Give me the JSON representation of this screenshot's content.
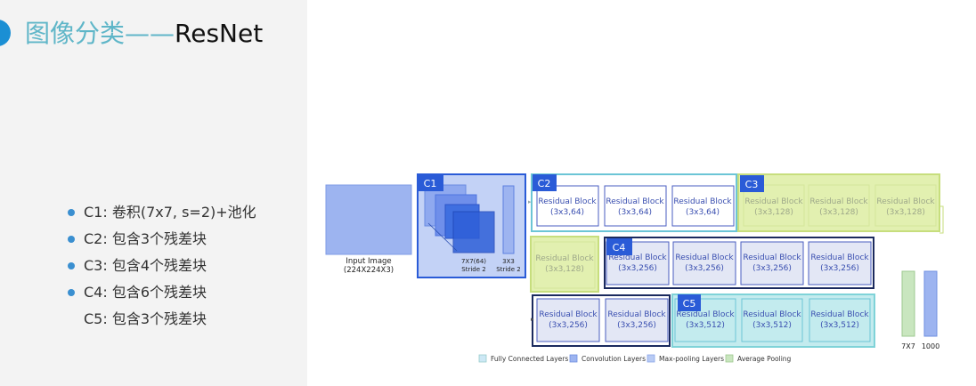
{
  "header": {
    "title_cn": "图像分类",
    "title_dash": "——",
    "title_name": "ResNet"
  },
  "bullets": [
    {
      "text": "C1: 卷积(7x7, s=2)+池化",
      "dot": true
    },
    {
      "text": "C2: 包含3个残差块",
      "dot": true
    },
    {
      "text": "C3: 包含4个残差块",
      "dot": true
    },
    {
      "text": "C4: 包含6个残差块",
      "dot": true
    },
    {
      "text": "C5: 包含3个残差块",
      "dot": false
    }
  ],
  "diagram": {
    "input": {
      "line1": "Input Image",
      "line2": "(224X224X3)"
    },
    "c1": {
      "label": "C1",
      "conv_label1": "7X7(64)",
      "conv_label2": "Stride 2",
      "pool_label1": "3X3",
      "pool_label2": "Stride 2"
    },
    "stages": [
      {
        "label": "C2",
        "blocks": [
          "(3x3,64)",
          "(3x3,64)",
          "(3x3,64)"
        ]
      },
      {
        "label": "C3",
        "blocks": [
          "(3x3,128)",
          "(3x3,128)",
          "(3x3,128)",
          "(3x3,128)"
        ]
      },
      {
        "label": "C4",
        "blocks": [
          "(3x3,256)",
          "(3x3,256)",
          "(3x3,256)",
          "(3x3,256)",
          "(3x3,256)",
          "(3x3,256)"
        ]
      },
      {
        "label": "C5",
        "blocks": [
          "(3x3,512)",
          "(3x3,512)",
          "(3x3,512)"
        ]
      }
    ],
    "block_title": "Residual Block",
    "final": {
      "pool_label": "7X7",
      "fc_label": "1000"
    },
    "legend": [
      "Fully Connected Layers",
      "Convolution Layers",
      "Max-pooling Layers",
      "Average Pooling"
    ],
    "colors": {
      "conv": "#9db4f0",
      "conv_dark": "#3f6fe0",
      "c1_blue": "#2a5bd7",
      "c2_border": "#6cc5d6",
      "c3_fill": "#d9ec9e",
      "c3_border": "#c7de7d",
      "c4_border": "#1b2a5e",
      "c5_fill": "#bfe9ec",
      "c5_border": "#7fd3d8",
      "block_text": "#3a4fb0",
      "fc": "#cde8f5",
      "avgpool": "#c9e6bf"
    }
  }
}
